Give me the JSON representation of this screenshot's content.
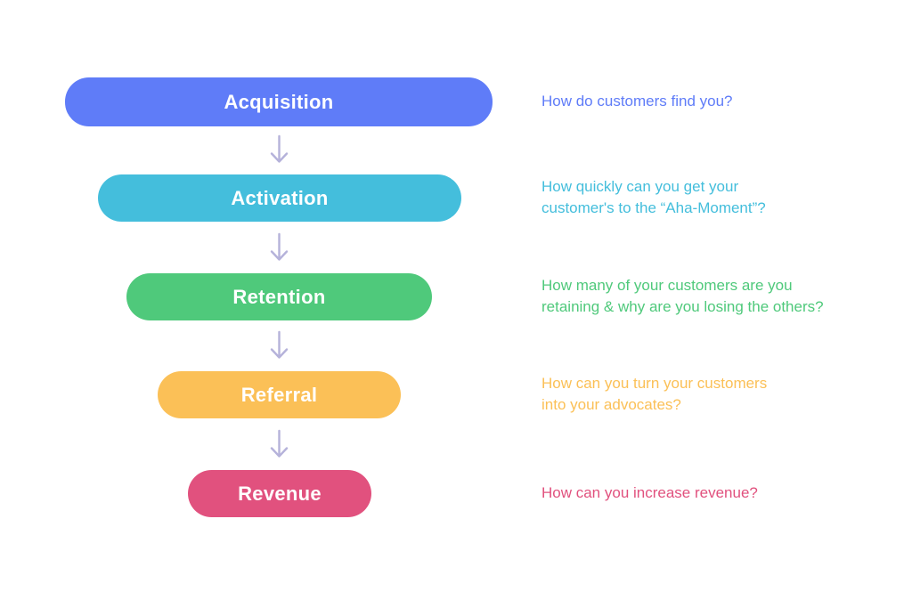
{
  "page": {
    "background_color": "#ffffff"
  },
  "funnel": {
    "arrow_color": "#b5b2da",
    "stages": [
      {
        "label": "Acquisition",
        "color": "#5f7cf8",
        "description_lines": [
          "How do customers find you?"
        ]
      },
      {
        "label": "Activation",
        "color": "#44bedc",
        "description_lines": [
          "How quickly can you get your",
          "customer's to the “Aha-Moment”?"
        ]
      },
      {
        "label": "Retention",
        "color": "#4fc97b",
        "description_lines": [
          "How many of your customers are you",
          "retaining & why are you losing the others?"
        ]
      },
      {
        "label": "Referral",
        "color": "#fbc057",
        "description_lines": [
          "How can you turn your customers",
          "into your advocates?"
        ]
      },
      {
        "label": "Revenue",
        "color": "#e1517e",
        "description_lines": [
          "How can you increase revenue?"
        ]
      }
    ]
  }
}
